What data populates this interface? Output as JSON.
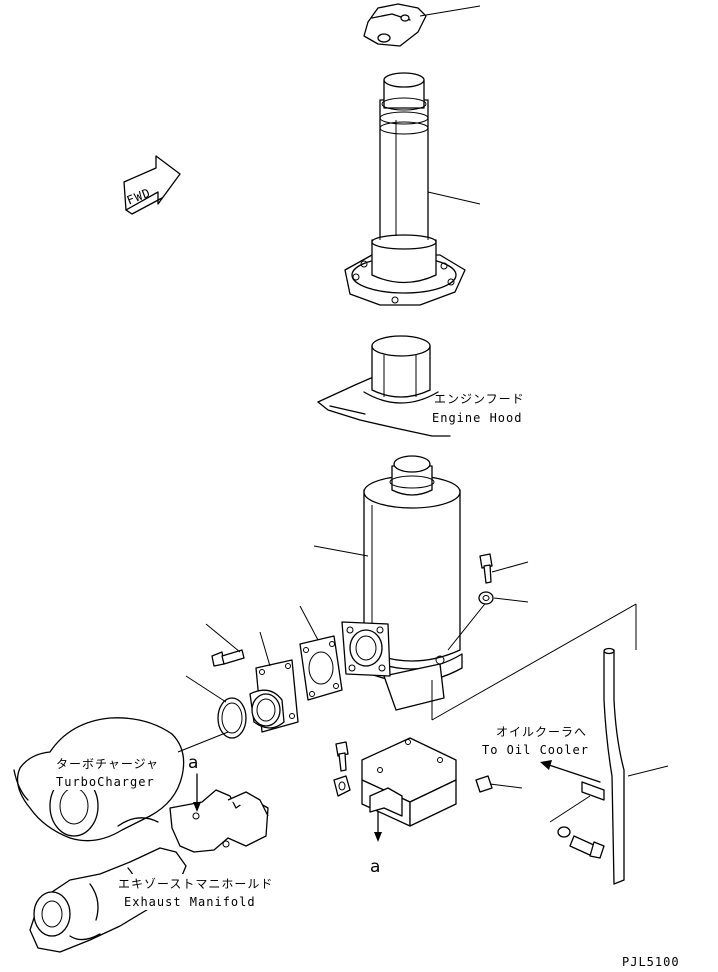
{
  "fwd_label": "FWD",
  "labels": {
    "engine_hood_jp": "エンジンフード",
    "engine_hood_en": "Engine Hood",
    "turbo_jp": "ターボチャージャ",
    "turbo_en": "TurboCharger",
    "manifold_jp": "エキゾーストマニホールド",
    "manifold_en": "Exhaust Manifold",
    "oil_cooler_jp": "オイルクーラへ",
    "oil_cooler_en": "To Oil Cooler",
    "ref_a_top": "a",
    "ref_a_bottom": "a",
    "drawing_code": "PJL5100"
  }
}
